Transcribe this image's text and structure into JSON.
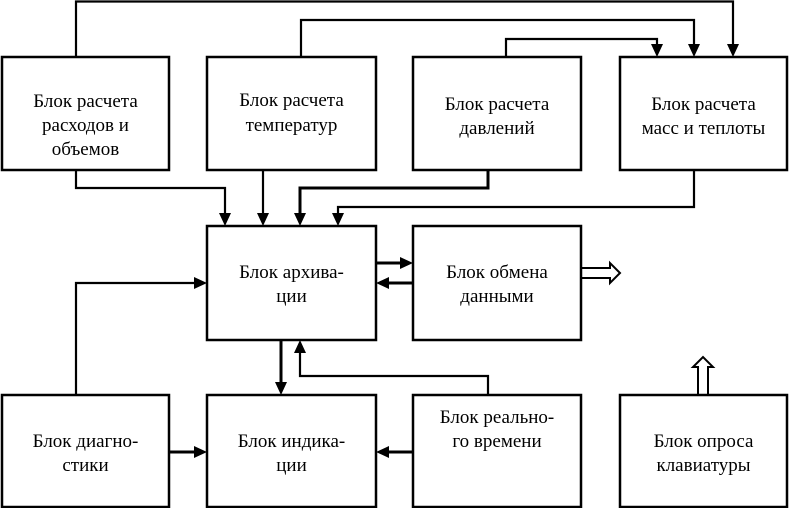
{
  "diagram": {
    "title": "",
    "colors": {
      "stroke": "#000000",
      "background": "#ffffff"
    },
    "blocks": [
      {
        "id": "flow",
        "lines": [
          "Блок расчета",
          "расходов и",
          "объемов"
        ]
      },
      {
        "id": "temp",
        "lines": [
          "Блок расчета",
          "температур"
        ]
      },
      {
        "id": "pressure",
        "lines": [
          "Блок расчета",
          "давлений"
        ]
      },
      {
        "id": "mass",
        "lines": [
          "Блок расчета",
          "масс и теплоты"
        ]
      },
      {
        "id": "archive",
        "lines": [
          "Блок архива-",
          "ции"
        ]
      },
      {
        "id": "exchange",
        "lines": [
          "Блок обмена",
          "данными"
        ]
      },
      {
        "id": "diag",
        "lines": [
          "Блок диагно-",
          "стики"
        ]
      },
      {
        "id": "indication",
        "lines": [
          "Блок индика-",
          "ции"
        ]
      },
      {
        "id": "realtime",
        "lines": [
          "Блок реально-",
          "го времени"
        ]
      },
      {
        "id": "keyboard",
        "lines": [
          "Блок опроса",
          "клавиатуры"
        ]
      }
    ],
    "connections": [
      {
        "from": "flow",
        "to": "mass",
        "type": "arrow"
      },
      {
        "from": "temp",
        "to": "mass",
        "type": "arrow"
      },
      {
        "from": "pressure",
        "to": "mass",
        "type": "arrow"
      },
      {
        "from": "flow",
        "to": "archive",
        "type": "arrow"
      },
      {
        "from": "temp",
        "to": "archive",
        "type": "arrow"
      },
      {
        "from": "pressure",
        "to": "archive",
        "type": "arrow"
      },
      {
        "from": "mass",
        "to": "archive",
        "type": "arrow"
      },
      {
        "from": "archive",
        "to": "exchange",
        "type": "arrow"
      },
      {
        "from": "exchange",
        "to": "archive",
        "type": "arrow"
      },
      {
        "from": "exchange",
        "to": "external",
        "type": "hollow-arrow"
      },
      {
        "from": "diag",
        "to": "archive",
        "type": "arrow"
      },
      {
        "from": "diag",
        "to": "indication",
        "type": "arrow"
      },
      {
        "from": "archive",
        "to": "indication",
        "type": "arrow"
      },
      {
        "from": "realtime",
        "to": "archive",
        "type": "arrow"
      },
      {
        "from": "realtime",
        "to": "indication",
        "type": "arrow"
      },
      {
        "from": "keyboard",
        "to": "external",
        "type": "hollow-arrow"
      }
    ]
  }
}
